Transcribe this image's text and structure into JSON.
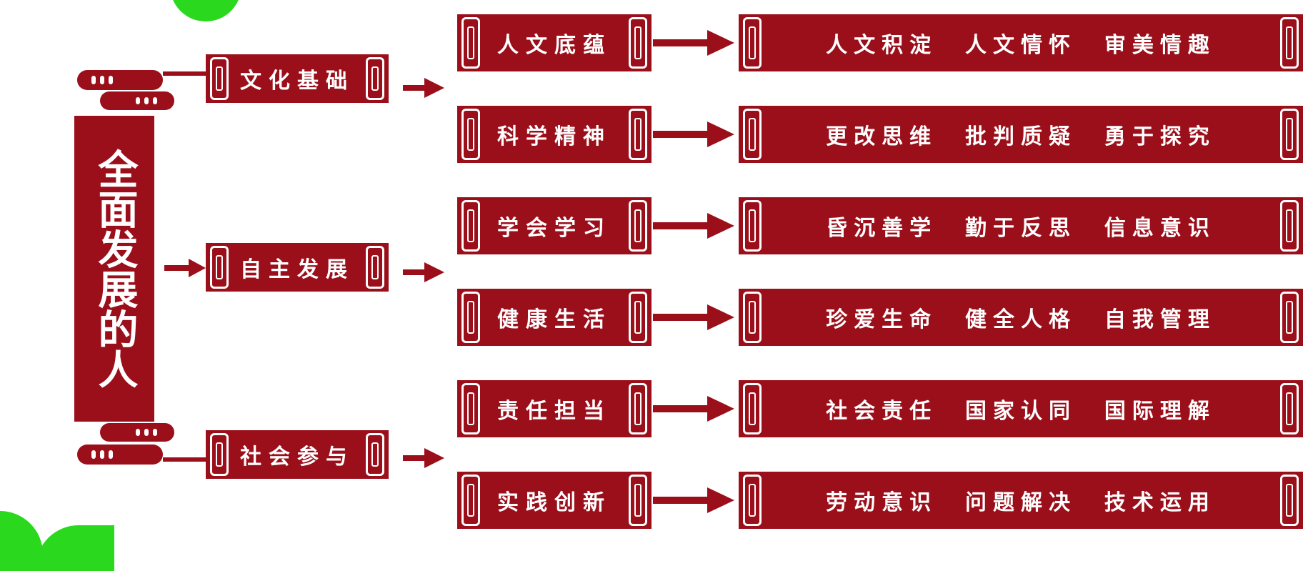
{
  "center": {
    "title": "全面发展的人"
  },
  "domains": [
    {
      "label": "文化基础"
    },
    {
      "label": "自主发展"
    },
    {
      "label": "社会参与"
    }
  ],
  "qualities": [
    {
      "label": "人文底蕴",
      "points": "人文积淀  人文情怀  审美情趣"
    },
    {
      "label": "科学精神",
      "points": "更改思维  批判质疑  勇于探究"
    },
    {
      "label": "学会学习",
      "points": "昏沉善学  勤于反思  信息意识"
    },
    {
      "label": "健康生活",
      "points": "珍爱生命  健全人格  自我管理"
    },
    {
      "label": "责任担当",
      "points": "社会责任  国家认同  国际理解"
    },
    {
      "label": "实践创新",
      "points": "劳动意识  问题解决  技术运用"
    }
  ],
  "colors": {
    "banner": "#9b0f1b",
    "leaf": "#2ad81e",
    "background": "#ffffff"
  }
}
